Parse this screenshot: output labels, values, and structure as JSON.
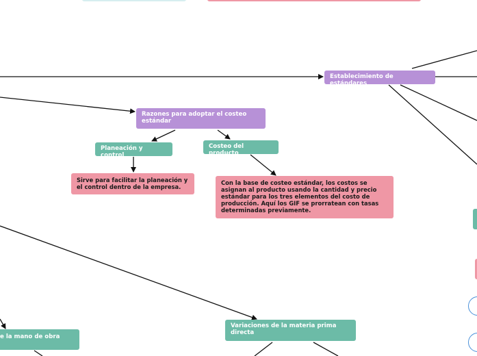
{
  "colors": {
    "topic": "#b791d7",
    "subtopic": "#6cbba7",
    "note": "#ef97a5",
    "edge": "#111111",
    "circle_border": "#4a90d9"
  },
  "nodes": {
    "establecimiento": "Establecimiento de estándares",
    "razones": "Razones para adoptar el costeo estándar",
    "planeacion": "Planeación y control",
    "costeo_producto": "Costeo del producto",
    "planeacion_nota": "Sirve para facilitar la planeación y el control dentro de la empresa.",
    "costeo_nota": "Con la base de costeo estándar, los costos se asignan al producto usando la cantidad y precio estándar para los tres elementos del costo de producción. Aquí los GIF se prorratean con tasas determinadas previamente.",
    "mano_obra": "e la mano de obra",
    "materia_prima": "Variaciones de la materia prima directa"
  }
}
